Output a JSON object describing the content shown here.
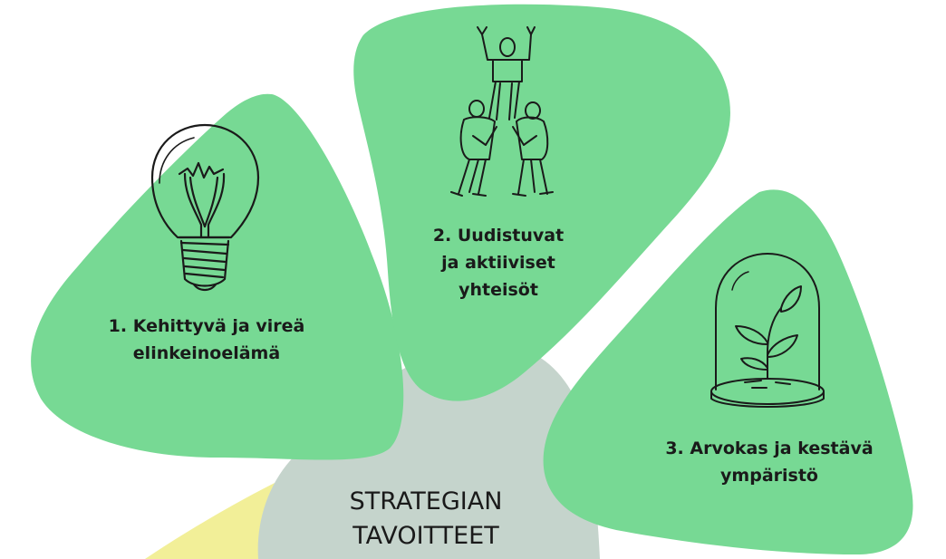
{
  "colors": {
    "petal": "#77d994",
    "center": "#c5d4cc",
    "accent_yellow": "#f2ef98",
    "ink": "#1a1a1a"
  },
  "center": {
    "title": "STRATEGIAN\nTAVOITTEET"
  },
  "goals": [
    {
      "label": "1. Kehittyvä ja vireä\nelinkeinoelämä",
      "icon": "lightbulb-icon"
    },
    {
      "label": "2. Uudistuvat\nja aktiiviset\nyhteisöt",
      "icon": "teamwork-people-icon"
    },
    {
      "label": "3. Arvokas ja kestävä\nympäristö",
      "icon": "plant-in-glass-dome-icon"
    }
  ]
}
